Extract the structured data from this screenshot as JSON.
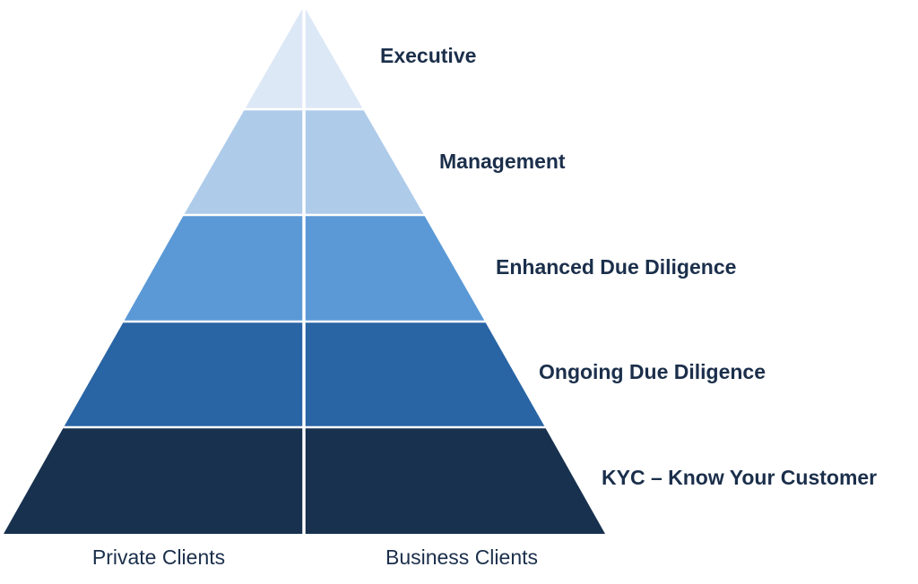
{
  "tiers": [
    {
      "label": "Executive",
      "color": "#dde8f6"
    },
    {
      "label": "Management",
      "color": "#aecbea"
    },
    {
      "label": "Enhanced Due Diligence",
      "color": "#5b99d6"
    },
    {
      "label": "Ongoing Due Diligence",
      "color": "#2964a4"
    },
    {
      "label": "KYC – Know Your Customer",
      "color": "#17314f"
    }
  ],
  "columns": [
    {
      "label": "Private Clients"
    },
    {
      "label": "Business Clients"
    }
  ]
}
